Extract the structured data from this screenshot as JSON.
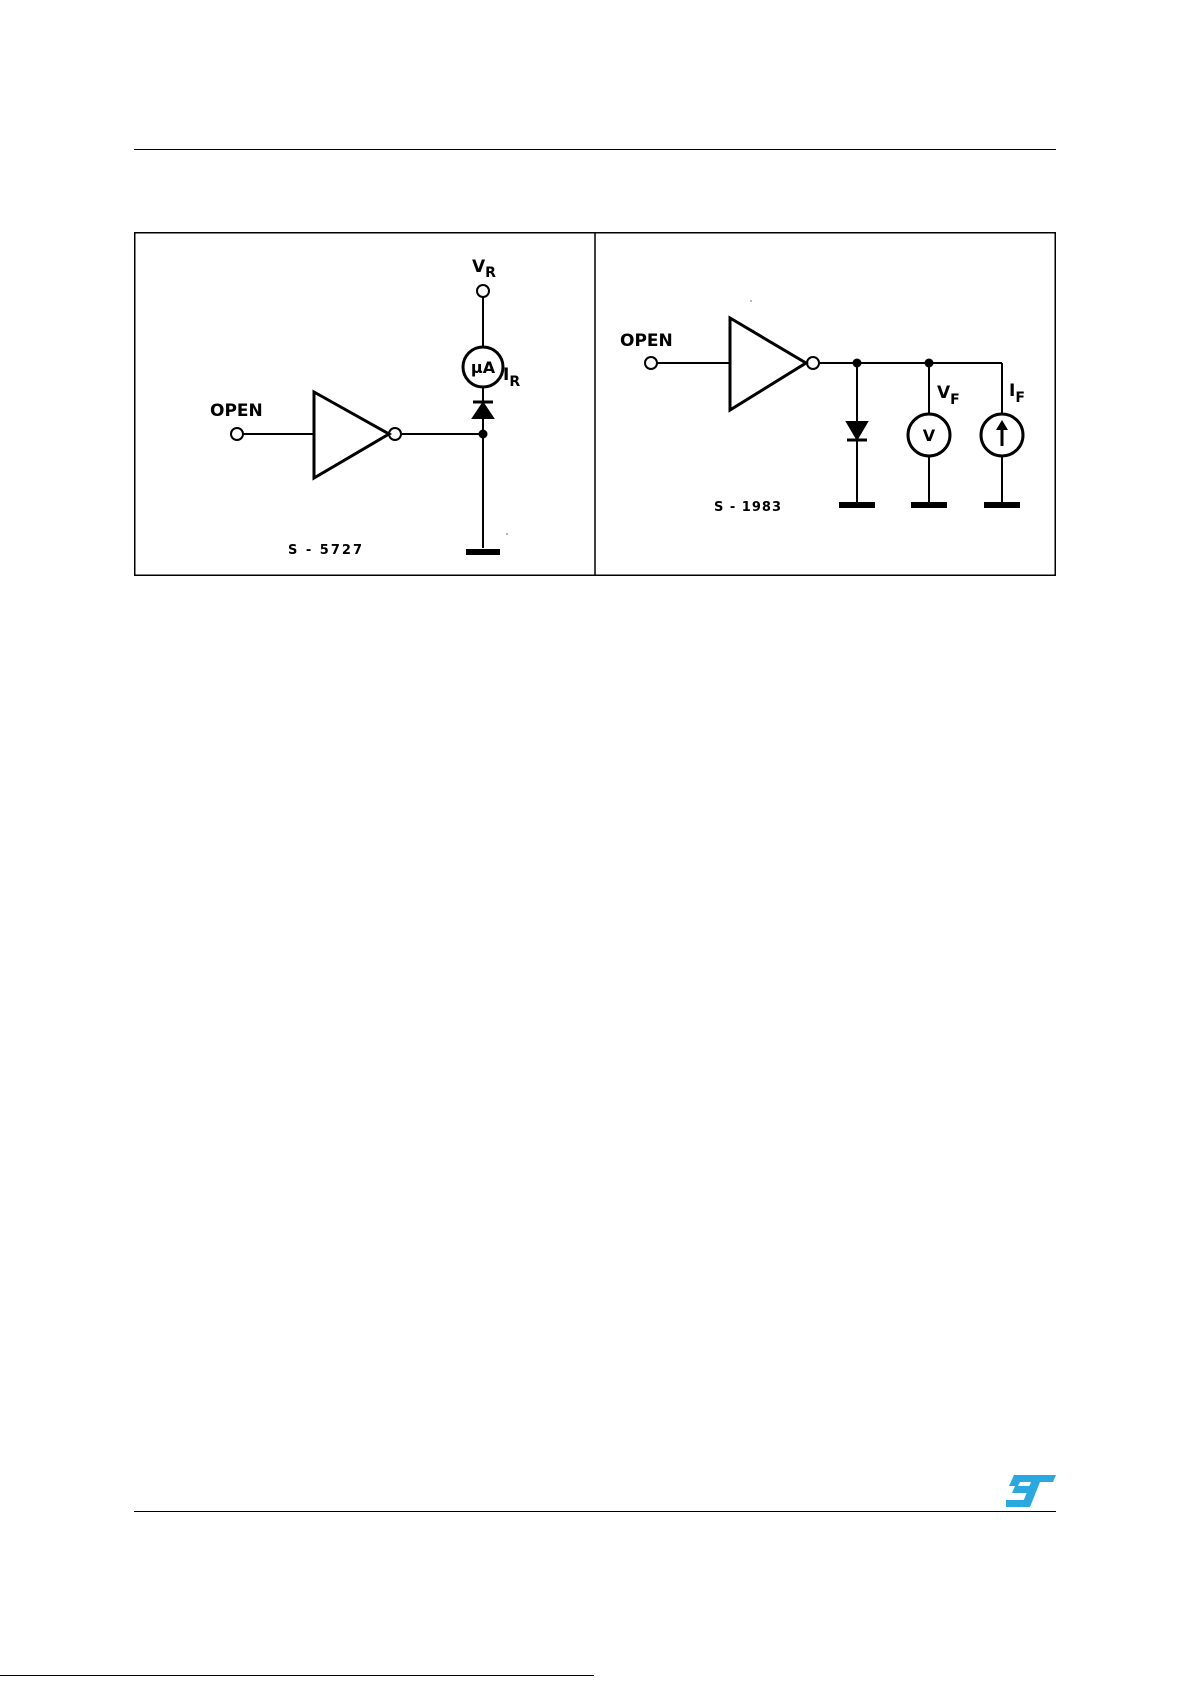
{
  "left_circuit": {
    "input_label": "OPEN",
    "supply_label": "V",
    "supply_sub": "R",
    "meter_label": "µA",
    "current_label": "I",
    "current_sub": "R",
    "figure_code": "S - 5727"
  },
  "right_circuit": {
    "input_label": "OPEN",
    "voltmeter_label": "V",
    "voltage_label": "V",
    "voltage_sub": "F",
    "current_label": "I",
    "current_sub": "F",
    "figure_code": "S - 1983"
  },
  "brand": {
    "logo": "st-logo",
    "color": "#29a9e0"
  }
}
